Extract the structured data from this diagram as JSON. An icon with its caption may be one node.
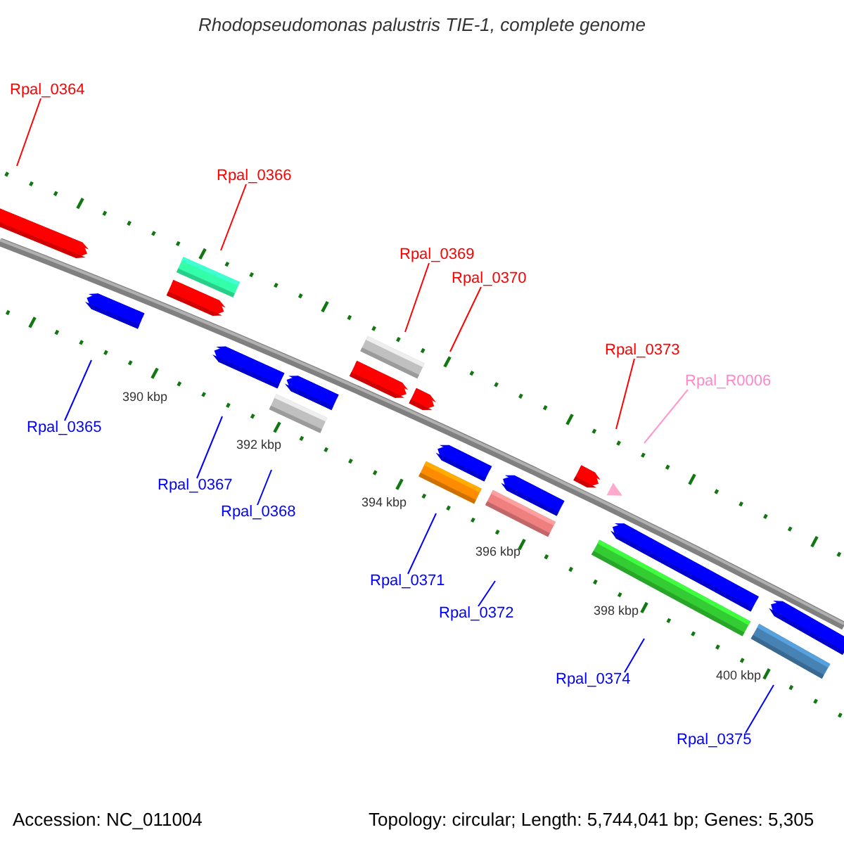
{
  "diagram": {
    "title": "Rhodopseudomonas palustris TIE-1, complete genome",
    "nodes": [
      {
        "text": [
          "Rpal_0364"
        ]
      },
      {
        "text": [
          "Rpal_0365"
        ]
      },
      {
        "text": [
          "Rpal_0366"
        ]
      },
      {
        "text": [
          "Rpal_0367"
        ]
      },
      {
        "text": [
          "Rpal_0368"
        ]
      },
      {
        "text": [
          "Rpal_0369"
        ]
      },
      {
        "text": [
          "Rpal_0370"
        ]
      },
      {
        "text": [
          "Rpal_0371"
        ]
      },
      {
        "text": [
          "Rpal_0372"
        ]
      },
      {
        "text": [
          "Rpal_0373"
        ]
      },
      {
        "text": [
          "Rpal_R0006"
        ]
      },
      {
        "text": [
          "Rpal_0374"
        ]
      },
      {
        "text": [
          "Rpal_0375"
        ]
      }
    ],
    "edges": [
      {
        "from": 0,
        "to": null,
        "arrow": "none",
        "color": "#ff0000"
      },
      {
        "from": 1,
        "to": null,
        "arrow": "none",
        "color": "#0000ff"
      },
      {
        "from": 2,
        "to": null,
        "arrow": "none",
        "color": "#ff0000"
      },
      {
        "from": 3,
        "to": null,
        "arrow": "none",
        "color": "#0000ff"
      },
      {
        "from": 4,
        "to": null,
        "arrow": "none",
        "color": "#0000ff"
      },
      {
        "from": 5,
        "to": null,
        "arrow": "none",
        "color": "#ff0000"
      },
      {
        "from": 6,
        "to": null,
        "arrow": "none",
        "color": "#ff0000"
      },
      {
        "from": 7,
        "to": null,
        "arrow": "none",
        "color": "#0000ff"
      },
      {
        "from": 8,
        "to": null,
        "arrow": "none",
        "color": "#0000ff"
      },
      {
        "from": 9,
        "to": null,
        "arrow": "none",
        "color": "#ff0000"
      },
      {
        "from": 10,
        "to": null,
        "arrow": "none",
        "color": "#ff99cc"
      },
      {
        "from": 11,
        "to": null,
        "arrow": "none",
        "color": "#0000ff"
      },
      {
        "from": 12,
        "to": null,
        "arrow": "none",
        "color": "#0000ff"
      }
    ],
    "labels": [
      "390 kbp",
      "392 kbp",
      "394 kbp",
      "396 kbp",
      "398 kbp",
      "400 kbp",
      "Accession: NC_011004",
      "Topology: circular; Length: 5,744,041 bp; Genes: 5,305"
    ]
  }
}
